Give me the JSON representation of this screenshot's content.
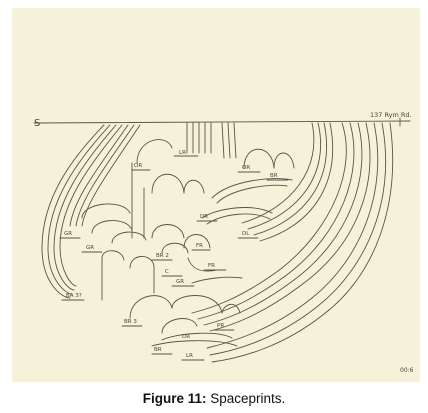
{
  "figure": {
    "paper_color": "#f6f1d9",
    "ink_color": "#5a5446",
    "labels": {
      "s_mark": "S",
      "address": "137 Rym Rd.",
      "tag_or_1": "OR",
      "tag_lr": "LR",
      "tag_or_2": "OR",
      "tag_br_top": "BR",
      "tag_dr": "DR",
      "tag_gr_1": "GR",
      "tag_gr_2": "GR",
      "tag_fr": "FR",
      "tag_dl": "DL",
      "tag_br2_mid": "BR 2",
      "tag_c": "C",
      "tag_fr_2": "FR",
      "tag_gr_3": "GR",
      "tag_bath": "BA 3?",
      "tag_br3": "BR 3",
      "tag_pr": "PR",
      "tag_dr_2": "DR",
      "tag_br_low": "BR",
      "tag_lr_low": "LR",
      "signature": "00:6"
    }
  },
  "caption": {
    "label": "Figure 11:",
    "text": " Spaceprints."
  }
}
